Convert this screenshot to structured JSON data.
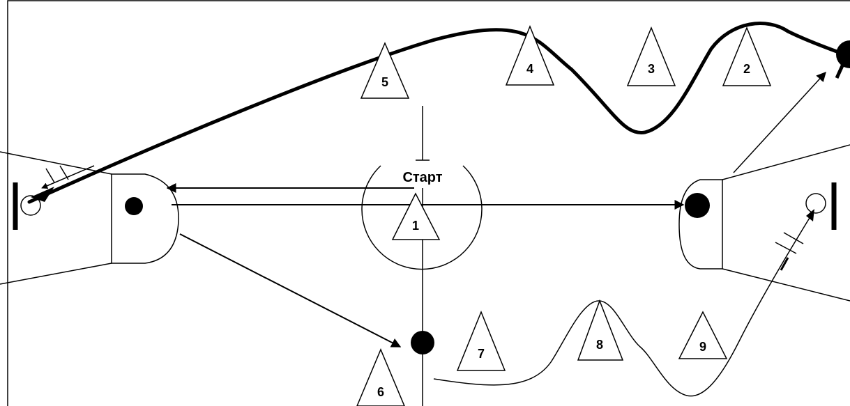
{
  "start_label": "Старт",
  "cones": [
    {
      "id": "1",
      "label": "1"
    },
    {
      "id": "2",
      "label": "2"
    },
    {
      "id": "3",
      "label": "3"
    },
    {
      "id": "4",
      "label": "4"
    },
    {
      "id": "5",
      "label": "5"
    },
    {
      "id": "6",
      "label": "6"
    },
    {
      "id": "7",
      "label": "7"
    },
    {
      "id": "8",
      "label": "8"
    },
    {
      "id": "9",
      "label": "9"
    }
  ]
}
